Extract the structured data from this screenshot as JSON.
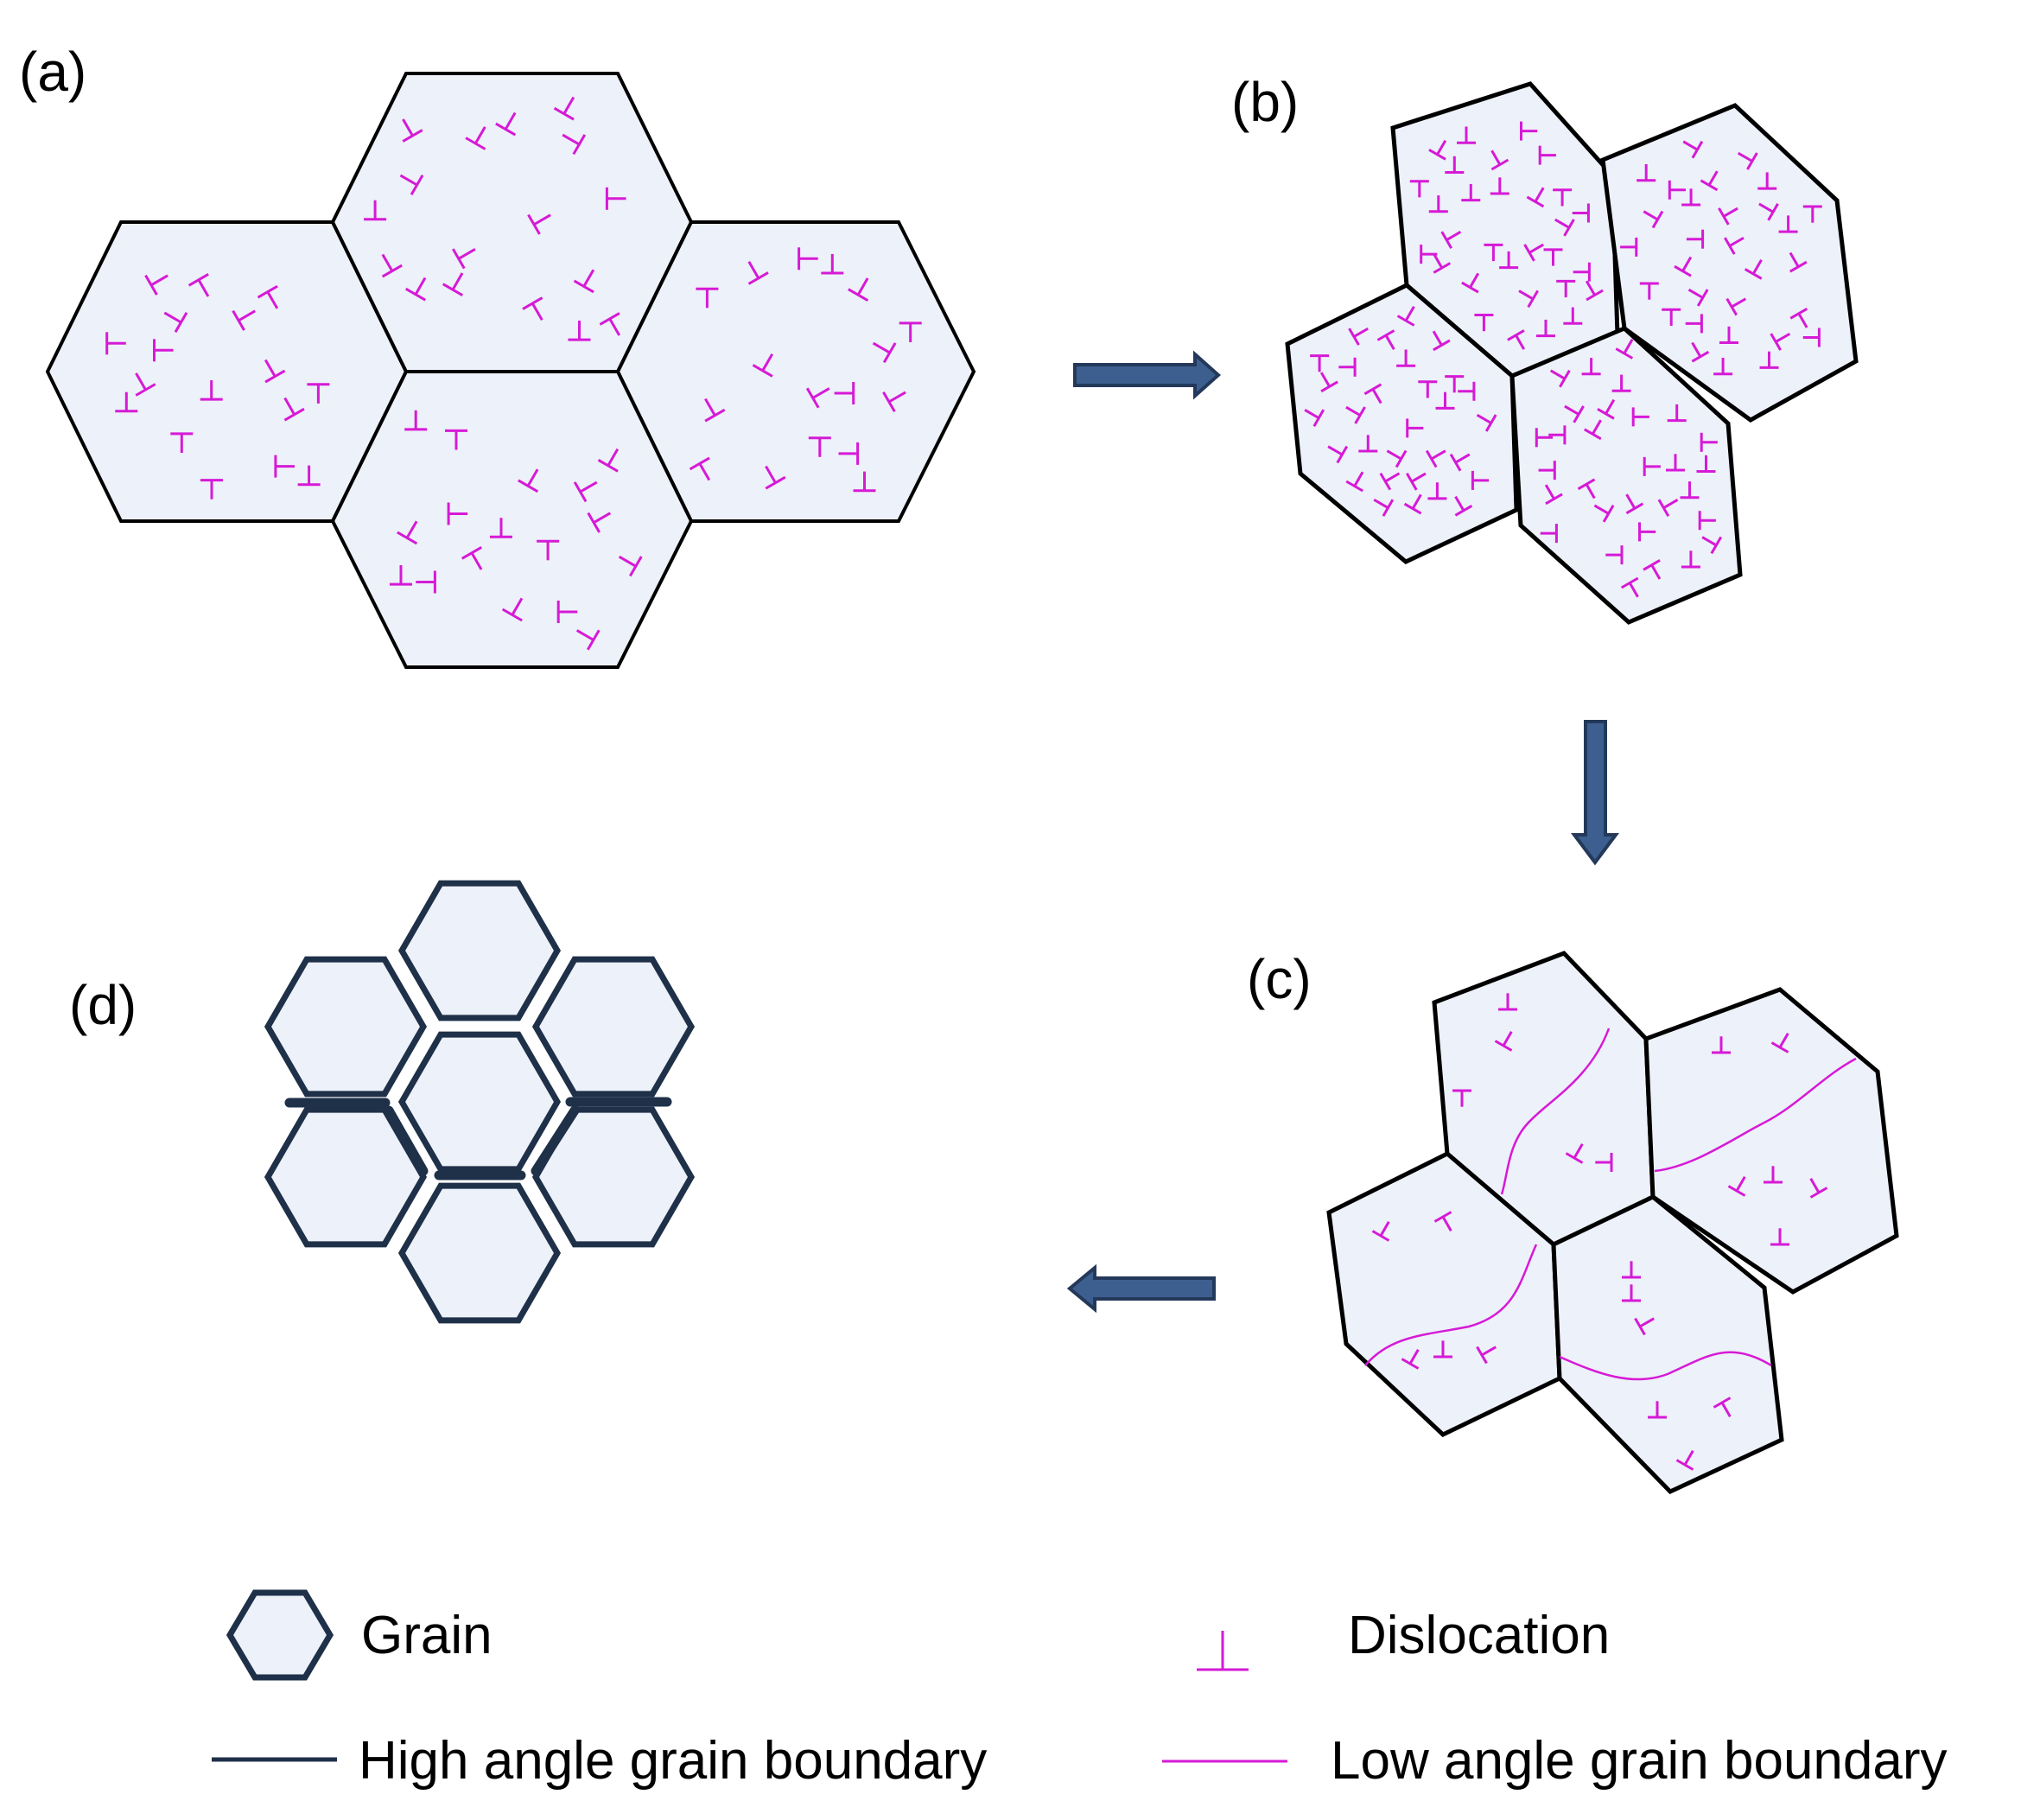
{
  "panels": [
    {
      "id": "a",
      "label": "(a)"
    },
    {
      "id": "b",
      "label": "(b)"
    },
    {
      "id": "c",
      "label": "(c)"
    },
    {
      "id": "d",
      "label": "(d)"
    }
  ],
  "legend": {
    "grain": "Grain",
    "dislocation": "Dislocation",
    "high_angle": "High angle grain boundary",
    "low_angle": "Low angle grain boundary"
  },
  "colors": {
    "grain_fill": "#edf1f9",
    "grain_outline": "#000000",
    "grain_outline_d": "#1f3049",
    "dislocation": "#d61ad6",
    "arrow_fill": "#3c5f8f",
    "arrow_stroke": "#24395a"
  },
  "icons": {
    "dislocation_symbol": "perpendicular-t",
    "arrow": "double-line-arrow"
  }
}
